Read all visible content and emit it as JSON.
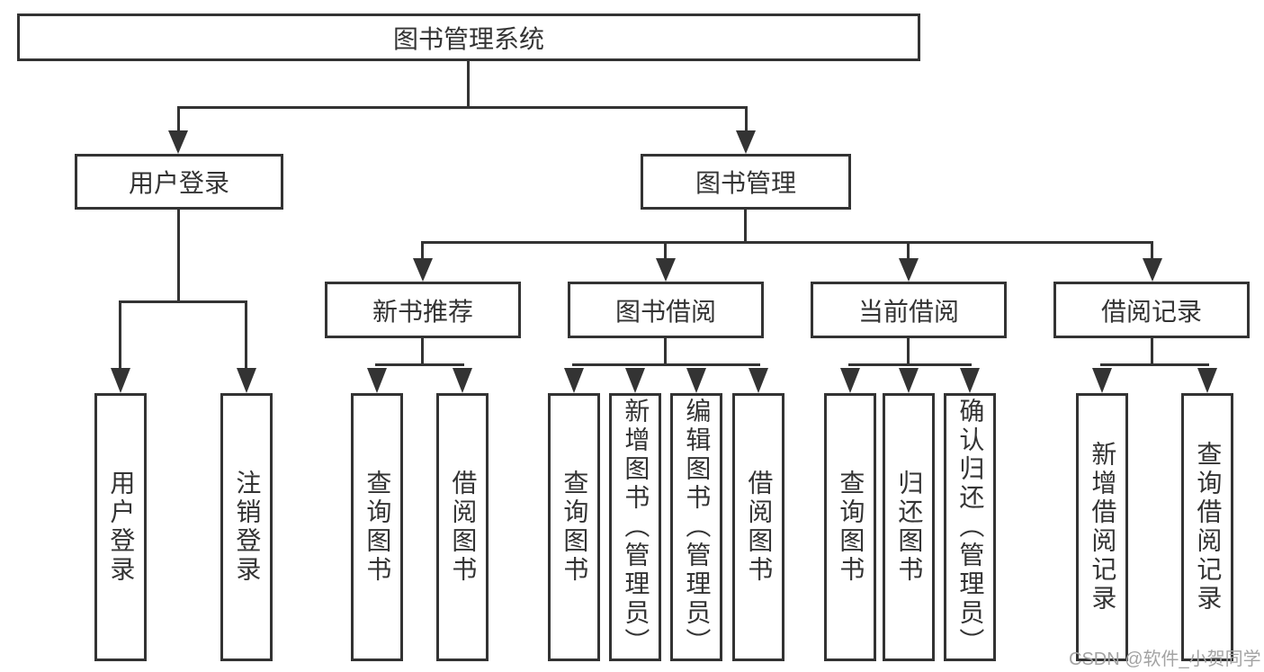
{
  "tree": {
    "label": "图书管理系统",
    "children": [
      {
        "label": "用户登录",
        "children": [
          {
            "label": "用户登录"
          },
          {
            "label": "注销登录"
          }
        ]
      },
      {
        "label": "图书管理",
        "children": [
          {
            "label": "新书推荐",
            "children": [
              {
                "label": "查询图书"
              },
              {
                "label": "借阅图书"
              }
            ]
          },
          {
            "label": "图书借阅",
            "children": [
              {
                "label": "查询图书"
              },
              {
                "label": "新增图书（管理员）"
              },
              {
                "label": "编辑图书（管理员）"
              },
              {
                "label": "借阅图书"
              }
            ]
          },
          {
            "label": "当前借阅",
            "children": [
              {
                "label": "查询图书"
              },
              {
                "label": "归还图书"
              },
              {
                "label": "确认归还（管理员）"
              }
            ]
          },
          {
            "label": "借阅记录",
            "children": [
              {
                "label": "新增借阅记录"
              },
              {
                "label": "查询借阅记录"
              }
            ]
          }
        ]
      }
    ]
  },
  "watermark": {
    "text": "CSDN @软件_小贺同学"
  },
  "colors": {
    "line": "#333333",
    "boxbg": "#ffffff",
    "text": "#333333",
    "wm": "#a3a3a3"
  }
}
